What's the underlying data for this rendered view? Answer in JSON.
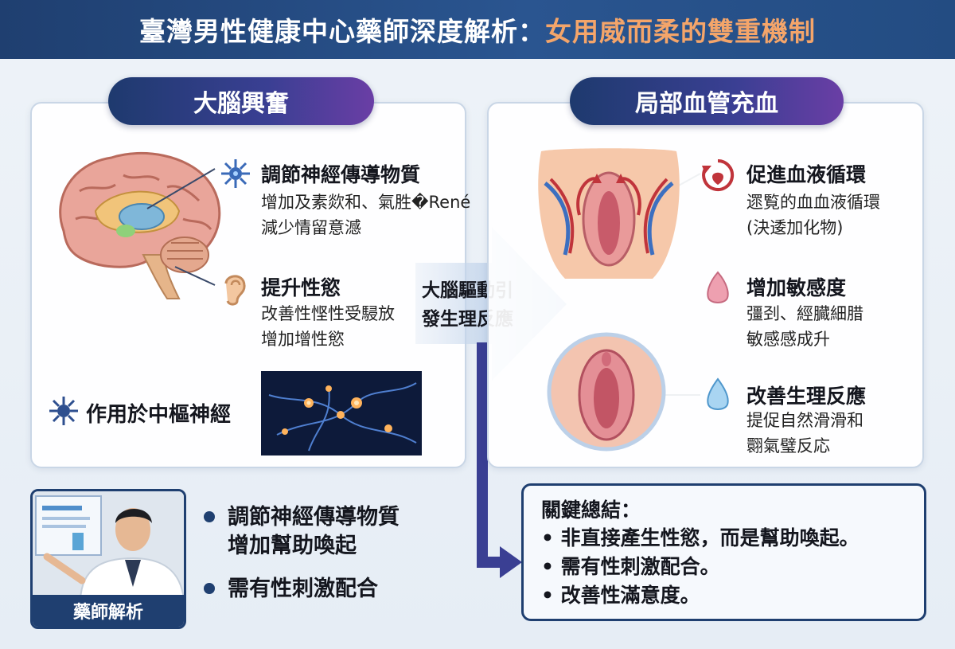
{
  "header": {
    "title_main": "臺灣男性健康中心藥師深度解析：",
    "title_accent": "女用威而柔的雙重機制"
  },
  "left": {
    "pill": "大腦興奮",
    "items": [
      {
        "title": "調節神經傳導物質",
        "lines": [
          "增加及素欻和、氣胜�René",
          "減少情留意澸"
        ]
      },
      {
        "title": "提升性慾",
        "lines": [
          "改善性悭性受駸放",
          "增加增性慾"
        ]
      }
    ],
    "cns_label": "作用於中樞神經"
  },
  "center": {
    "line1": "大腦驅動引",
    "line2": "發生理反應"
  },
  "right": {
    "pill": "局部血管充血",
    "items": [
      {
        "title": "促進血液循環",
        "lines": [
          "遝覧的血血液循環",
          "(決逶加化物)"
        ]
      },
      {
        "title": "增加敏感度",
        "lines": [
          "彊刭、經臓細腊",
          "敏感感成升"
        ]
      },
      {
        "title": "改善生理反應",
        "lines": [
          "提促自然滑滑和",
          "翾氣璧反応"
        ]
      }
    ]
  },
  "pharmacist": {
    "label": "藥師解析",
    "bullets": [
      {
        "lines": [
          "調節神經傳導物質",
          "增加幫助喚起"
        ]
      },
      {
        "lines": [
          "需有性刺激配合"
        ]
      }
    ]
  },
  "summary": {
    "title": "關鍵總結：",
    "items": [
      "• 非直接產生性慾，而是幫助喚起。",
      "• 需有性刺激配合。",
      "• 改善性滿意度。"
    ]
  },
  "colors": {
    "navy": "#1f3f70",
    "accent": "#f4a56a",
    "purple": "#6a3ea5"
  }
}
